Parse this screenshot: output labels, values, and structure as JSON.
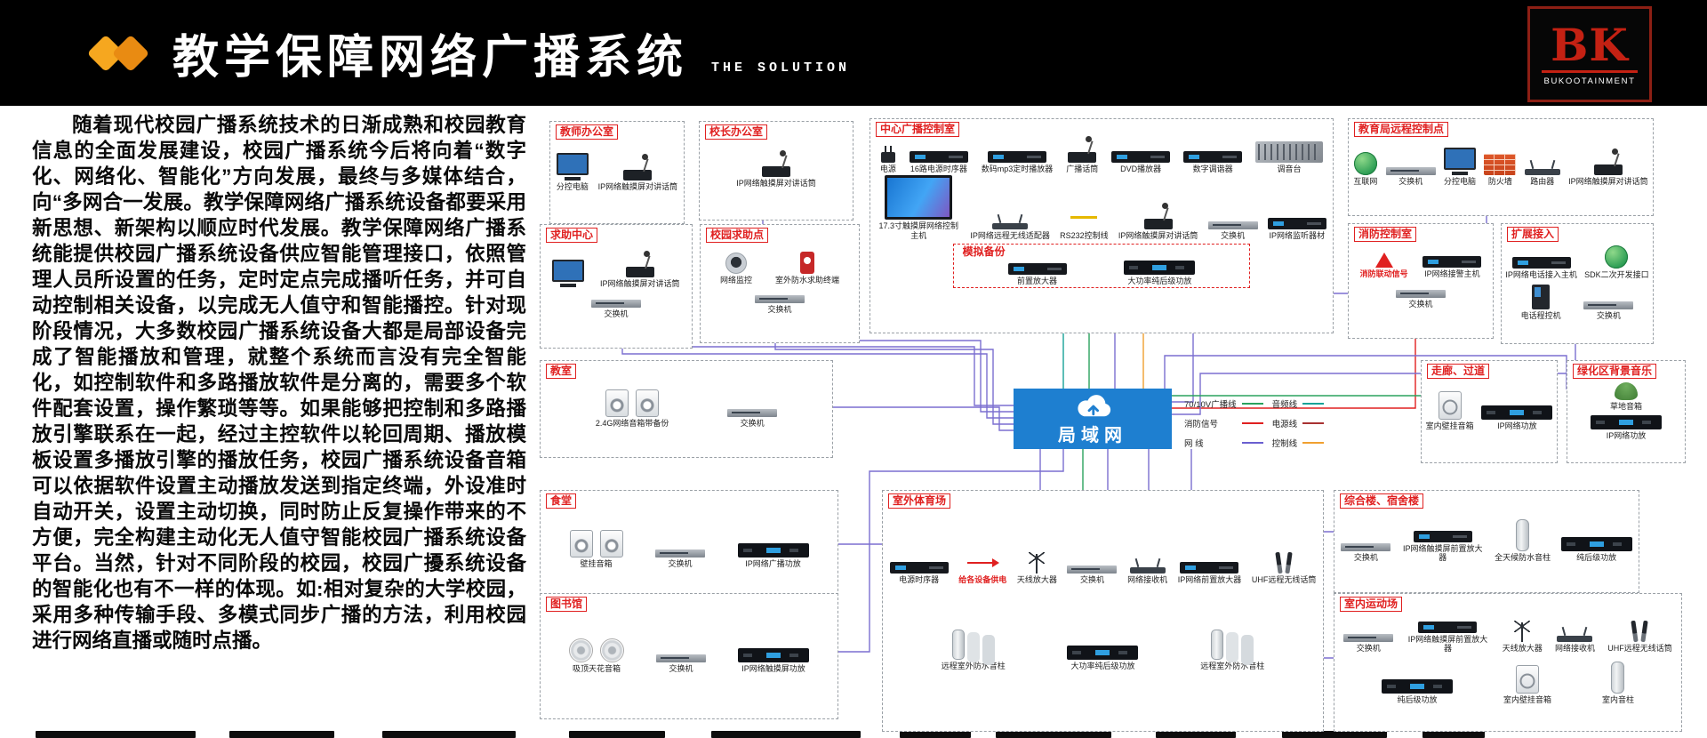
{
  "colors": {
    "header_bg": "#000000",
    "accent_orange": "#f6a71f",
    "box_title_red": "#e02020",
    "lan_blue": "#1e7fd0",
    "wire_purple": "#7b6fd0",
    "wire_green": "#2aa25e",
    "wire_red": "#e02020",
    "wire_orange": "#f0a030"
  },
  "header": {
    "title": "教学保障网络广播系统",
    "subtitle": "THE SOLUTION",
    "logo_text": "BK",
    "logo_subtext": "BUKOOTAINMENT"
  },
  "intro_text": "随着现代校园广播系统技术的日渐成熟和校园教育信息的全面发展建设，校园广播系统今后将向着“数字化、网络化、智能化”方向发展，最终与多媒体结合，向“多网合一发展。教学保障网络广播系统设备都要采用新思想、新架构以顺应时代发展。教学保障网络广播系统能提供校园广播系统设备供应智能管理接口，依照管理人员所设置的任务，定时定点完成播听任务，并可自动控制相关设备，以完成无人值守和智能播控。针对现阶段情况，大多数校园广播系统设备大都是局部设备完成了智能播放和管理，就整个系统而言没有完全智能化，如控制软件和多路播放软件是分离的，需要多个软件配套设置，操作繁琐等等。如果能够把控制和多路播放引擎联系在一起，经过主控软件以轮回周期、播放模板设置多播放引擎的播放任务，校园广播系统设备音箱可以依据软件设置主动播放发送到指定终端，外设准时自动开关，设置主动切换，同时防止反复操作带来的不方便，完全构建主动化无人值守智能校园广播系统设备平台。当然，针对不同阶段的校园，校园广擾系统设备的智能化也有不一样的体现。如:相对复杂的大学校园，采用多种传输手段、多模式同步广播的方法，利用校园进行网络直播或随时点播。",
  "lan": {
    "label": "局域网",
    "icon": "cloud-upload-icon"
  },
  "legend": {
    "items": [
      {
        "label": "70/10V广播线",
        "color": "#2aa25e"
      },
      {
        "label": "音频线",
        "color": "#17a398"
      },
      {
        "label": "消防信号",
        "color": "#e02020"
      },
      {
        "label": "电源线",
        "color": "#a83232"
      },
      {
        "label": "网  线",
        "color": "#6a5fd0"
      },
      {
        "label": "控制线",
        "color": "#f0a030"
      }
    ]
  },
  "diagram": {
    "boxes": [
      {
        "title": "教师办公室",
        "devices": [
          {
            "label": "分控电脑",
            "icon": "pc-icon"
          },
          {
            "label": "IP网络触摸屏对讲话筒",
            "icon": "paging-mic-icon"
          }
        ]
      },
      {
        "title": "校长办公室",
        "devices": [
          {
            "label": "IP网络触摸屏对讲话筒",
            "icon": "paging-mic-icon"
          }
        ]
      },
      {
        "title": "中心广播控制室",
        "devices": [
          {
            "label": "电源",
            "icon": "power-icon"
          },
          {
            "label": "16路电源时序器",
            "icon": "rack-icon"
          },
          {
            "label": "数码mp3定时播放器",
            "icon": "rack-icon"
          },
          {
            "label": "广播话筒",
            "icon": "paging-mic-icon"
          },
          {
            "label": "DVD播放器",
            "icon": "rack-icon"
          },
          {
            "label": "数字调谐器",
            "icon": "rack-icon"
          },
          {
            "label": "调音台",
            "icon": "mixer-icon"
          },
          {
            "label": "17.3寸触摸屏网络控制主机",
            "icon": "touchscreen-icon"
          },
          {
            "label": "IP网络远程无线适配器",
            "icon": "wifi-router-icon"
          },
          {
            "label": "RS232控制线",
            "icon": "cable-icon"
          },
          {
            "label": "IP网络触摸屏对讲话筒",
            "icon": "paging-mic-icon"
          },
          {
            "label": "交换机",
            "icon": "switch-icon"
          },
          {
            "label": "IP网络监听器材",
            "icon": "rack-icon"
          }
        ],
        "backup": {
          "title": "模拟备份",
          "devices": [
            {
              "label": "前置放大器",
              "icon": "rack-icon"
            },
            {
              "label": "大功率纯后级功放",
              "icon": "amp-icon"
            }
          ]
        }
      },
      {
        "title": "教育局远程控制点",
        "devices": [
          {
            "label": "互联网",
            "icon": "globe-icon"
          },
          {
            "label": "交换机",
            "icon": "switch-icon"
          },
          {
            "label": "分控电脑",
            "icon": "pc-icon"
          },
          {
            "label": "防火墙",
            "icon": "firewall-icon"
          },
          {
            "label": "路由器",
            "icon": "router-icon"
          },
          {
            "label": "IP网络触摸屏对讲话筒",
            "icon": "paging-mic-icon"
          }
        ]
      },
      {
        "title": "求助中心",
        "devices": [
          {
            "label": "",
            "icon": "pc-icon"
          },
          {
            "label": "IP网络触摸屏对讲话筒",
            "icon": "paging-mic-icon"
          },
          {
            "label": "交换机",
            "icon": "switch-icon"
          }
        ]
      },
      {
        "title": "校园求助点",
        "devices": [
          {
            "label": "网络监控",
            "icon": "camera-icon"
          },
          {
            "label": "室外防水求助终端",
            "icon": "help-terminal-icon"
          },
          {
            "label": "交换机",
            "icon": "switch-icon"
          }
        ]
      },
      {
        "title": "消防控制室",
        "devices": [
          {
            "label": "消防联动信号",
            "icon": "alarm-icon",
            "red": true
          },
          {
            "label": "IP网络接警主机",
            "icon": "rack-icon"
          },
          {
            "label": "交换机",
            "icon": "switch-icon"
          }
        ]
      },
      {
        "title": "扩展接入",
        "devices": [
          {
            "label": "IP网络电话接入主机",
            "icon": "rack-icon"
          },
          {
            "label": "SDK二次开发接口",
            "icon": "globe-icon"
          },
          {
            "label": "电话程控机",
            "icon": "pbx-icon"
          },
          {
            "label": "交换机",
            "icon": "switch-icon"
          }
        ]
      },
      {
        "title": "教室",
        "devices": [
          {
            "label": "2.4G网络音箱带备份",
            "icon": "wall-speaker-pair-icon"
          },
          {
            "label": "交换机",
            "icon": "switch-icon"
          }
        ]
      },
      {
        "title": "走廊、过道",
        "devices": [
          {
            "label": "室内壁挂音箱",
            "icon": "wall-speaker-icon"
          },
          {
            "label": "IP网络功放",
            "icon": "amp-icon"
          }
        ]
      },
      {
        "title": "绿化区背景音乐",
        "devices": [
          {
            "label": "草地音箱",
            "icon": "lawn-speaker-icon"
          },
          {
            "label": "IP网络功放",
            "icon": "amp-icon"
          }
        ]
      },
      {
        "title": "食堂",
        "devices": [
          {
            "label": "壁挂音箱",
            "icon": "wall-speaker-pair-icon"
          },
          {
            "label": "交换机",
            "icon": "switch-icon"
          },
          {
            "label": "IP网络广播功放",
            "icon": "amp-icon"
          }
        ]
      },
      {
        "title": "室外体育场",
        "devices": [
          {
            "label": "电源时序器",
            "icon": "rack-icon"
          },
          {
            "label": "给各设备供电",
            "icon": "arrow-right-icon",
            "red": true
          },
          {
            "label": "天线放大器",
            "icon": "antenna-icon"
          },
          {
            "label": "交换机",
            "icon": "switch-icon"
          },
          {
            "label": "网络接收机",
            "icon": "wifi-router-icon"
          },
          {
            "label": "IP网络前置放大器",
            "icon": "rack-icon"
          },
          {
            "label": "UHF远程无线话筒",
            "icon": "wireless-mic-icon"
          },
          {
            "label": "远程室外防水音柱",
            "icon": "column-speaker-group-icon"
          },
          {
            "label": "大功率纯后级功放",
            "icon": "amp-icon"
          },
          {
            "label": "远程室外防水音柱",
            "icon": "column-speaker-group-icon"
          }
        ]
      },
      {
        "title": "综合楼、宿舍楼",
        "devices": [
          {
            "label": "交换机",
            "icon": "switch-icon"
          },
          {
            "label": "IP网络触摸屏前置放大器",
            "icon": "rack-icon"
          },
          {
            "label": "全天候防水音柱",
            "icon": "column-speaker-icon"
          },
          {
            "label": "纯后级功放",
            "icon": "amp-icon"
          }
        ]
      },
      {
        "title": "图书馆",
        "devices": [
          {
            "label": "吸顶天花音箱",
            "icon": "ceiling-speaker-pair-icon"
          },
          {
            "label": "交换机",
            "icon": "switch-icon"
          },
          {
            "label": "IP网络触摸屏功放",
            "icon": "amp-icon"
          }
        ]
      },
      {
        "title": "室内运动场",
        "devices": [
          {
            "label": "交换机",
            "icon": "switch-icon"
          },
          {
            "label": "IP网络触摸屏前置放大器",
            "icon": "rack-icon"
          },
          {
            "label": "天线放大器",
            "icon": "antenna-icon"
          },
          {
            "label": "网络接收机",
            "icon": "wifi-router-icon"
          },
          {
            "label": "UHF远程无线话筒",
            "icon": "wireless-mic-icon"
          },
          {
            "label": "纯后级功放",
            "icon": "amp-icon"
          },
          {
            "label": "室内壁挂音箱",
            "icon": "wall-speaker-icon"
          },
          {
            "label": "室内音柱",
            "icon": "column-speaker-icon"
          }
        ]
      }
    ]
  }
}
